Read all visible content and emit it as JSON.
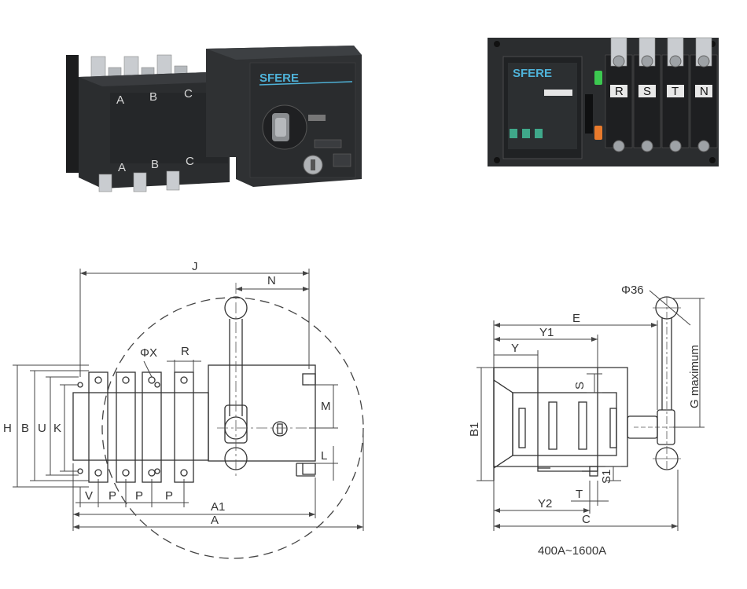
{
  "photo_left": {
    "brand": "SFERE",
    "phase_labels_top": [
      "A",
      "B",
      "C"
    ],
    "phase_labels_bottom": [
      "A",
      "B",
      "C"
    ]
  },
  "photo_right": {
    "brand": "SFERE",
    "pole_labels": [
      "R",
      "S",
      "T",
      "N"
    ]
  },
  "drawing_left": {
    "labels": {
      "J": "J",
      "N": "N",
      "PhiX": "ΦX",
      "R": "R",
      "H": "H",
      "B": "B",
      "U": "U",
      "K": "K",
      "M": "M",
      "L": "L",
      "V": "V",
      "P1": "P",
      "P2": "P",
      "P3": "P",
      "A1": "A1",
      "A": "A"
    }
  },
  "drawing_right": {
    "labels": {
      "Phi36": "Φ36",
      "E": "E",
      "Y1": "Y1",
      "Y": "Y",
      "S": "S",
      "G": "G maximum",
      "B1": "B1",
      "S1": "S1",
      "T": "T",
      "Y2": "Y2",
      "C": "C"
    },
    "caption": "400A~1600A"
  },
  "colors": {
    "device_body": "#2b2d2f",
    "terminal": "#c9ccd0",
    "brand_text": "#4fb3d9",
    "line": "#333333"
  }
}
